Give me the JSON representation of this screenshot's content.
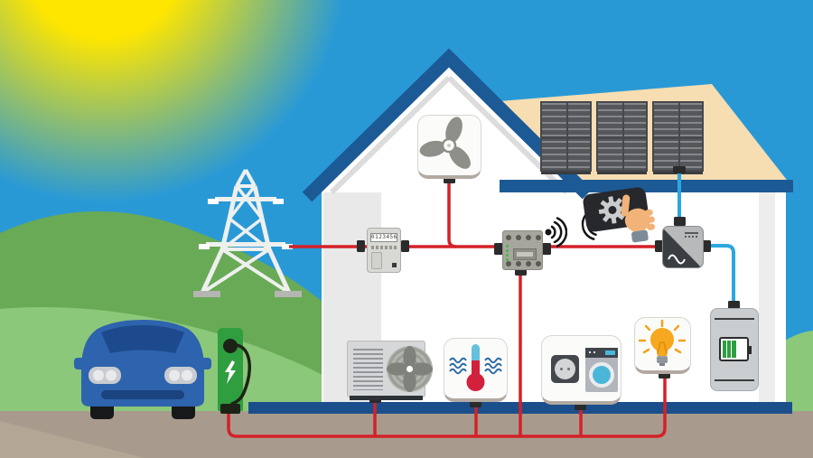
{
  "scene": {
    "title": "Smart home energy management illustration",
    "setting": "Cutaway house with solar roof, grid pylon and electric car"
  },
  "meter": {
    "display": "0123456"
  },
  "battery": {
    "bars_filled": 3,
    "bars_total": 5
  },
  "colors": {
    "sky": "#2999d6",
    "sun": "#ffe600",
    "hill_dark": "#69aa56",
    "hill_light": "#8cc87a",
    "road": "#a89b8d",
    "roof_blue": "#1c5a96",
    "roof_peach": "#f6ddb2",
    "wall": "#ffffff",
    "foundation": "#1b4f8c",
    "wire_grid_red": "#d42128",
    "wire_solar_blue": "#2ba7de",
    "charger_green": "#2f9e3f",
    "car_blue": "#2e63ae",
    "bulb_orange": "#f6a81e",
    "battery_green": "#2f9e41"
  },
  "components": [
    {
      "id": "power-pylon",
      "label": "power grid pylon"
    },
    {
      "id": "smart-meter",
      "label": "smart meter"
    },
    {
      "id": "energy-manager",
      "label": "home energy manager"
    },
    {
      "id": "wifi-signal",
      "label": "wireless connection"
    },
    {
      "id": "smartphone",
      "label": "smartphone with settings app"
    },
    {
      "id": "solar-panels",
      "label": "rooftop solar panels"
    },
    {
      "id": "inverter",
      "label": "solar inverter"
    },
    {
      "id": "home-battery",
      "label": "home battery storage"
    },
    {
      "id": "ventilation-fan",
      "label": "attic ventilation fan"
    },
    {
      "id": "heat-pump",
      "label": "heat pump outdoor unit"
    },
    {
      "id": "heating",
      "label": "heating thermometer"
    },
    {
      "id": "washing-machine",
      "label": "washing machine and wall socket"
    },
    {
      "id": "lighting",
      "label": "light bulb"
    },
    {
      "id": "ev-charger",
      "label": "EV charging station"
    },
    {
      "id": "electric-car",
      "label": "electric car"
    }
  ]
}
